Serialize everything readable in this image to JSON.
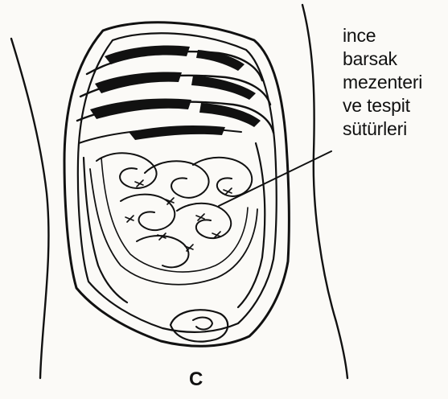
{
  "annotation": {
    "lines": [
      "ince",
      "barsak",
      "mezenteri",
      "ve tespit",
      "sütürleri"
    ]
  },
  "panel_label": "C",
  "colors": {
    "ink": "#111111",
    "paper": "#fbfaf7"
  }
}
